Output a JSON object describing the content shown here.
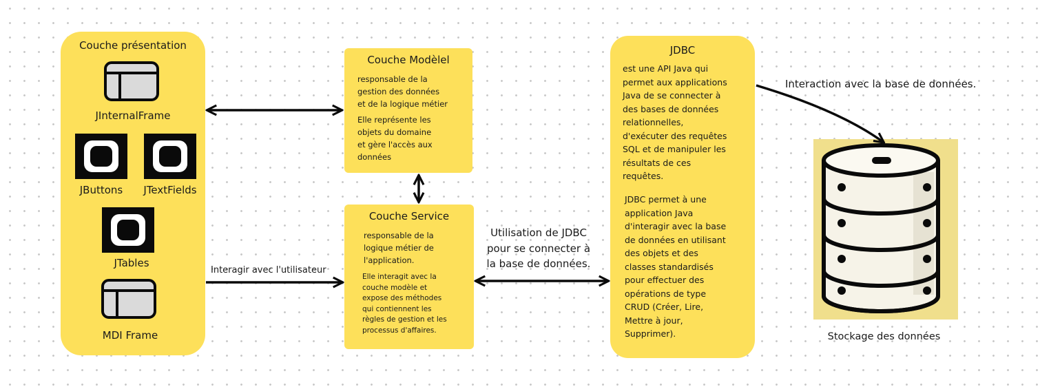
{
  "presentation": {
    "title": "Couche présentation",
    "items": {
      "internal_frame": "JInternalFrame",
      "buttons": "JButtons",
      "text_fields": "JTextFields",
      "tables": "JTables",
      "mdi_frame": "MDI Frame"
    }
  },
  "model": {
    "title": "Couche Modèlel",
    "p1": [
      "responsable de la",
      "gestion des données",
      "et de la logique métier"
    ],
    "p2": [
      "Elle représente les",
      "objets du domaine",
      "et gère l'accès aux",
      "données"
    ]
  },
  "service": {
    "title": "Couche Service",
    "p1": [
      "responsable de la",
      "logique métier de",
      "l'application."
    ],
    "p2": [
      "Elle interagit avec la",
      "couche modèle et",
      "expose des méthodes",
      "qui contiennent les",
      "règles de gestion et les",
      "processus d'affaires."
    ]
  },
  "jdbc": {
    "title": "JDBC",
    "p1": [
      "est une API Java qui",
      "permet aux applications",
      "Java de se connecter à",
      "des bases de données",
      "relationnelles,",
      "d'exécuter des requêtes",
      "SQL et de manipuler les",
      "résultats de ces",
      "requêtes."
    ],
    "p2": [
      "JDBC permet à une",
      "application Java",
      "d'interagir avec la base",
      "de données en utilisant",
      "des objets et des",
      "classes standardisés",
      "pour effectuer des",
      "opérations de type",
      "CRUD (Créer, Lire,",
      "Mettre à jour,",
      "Supprimer)."
    ]
  },
  "labels": {
    "interact_user": "Interagir avec l'utilisateur",
    "use_jdbc": [
      "Utilisation de JDBC",
      "pour se connecter à",
      "la base de données."
    ],
    "interact_db": "Interaction avec la base de données.",
    "storage": "Stockage des données"
  },
  "colors": {
    "box": "#fde05a",
    "arrow": "#0a0a0a",
    "db_bg": "#f0df8c"
  }
}
